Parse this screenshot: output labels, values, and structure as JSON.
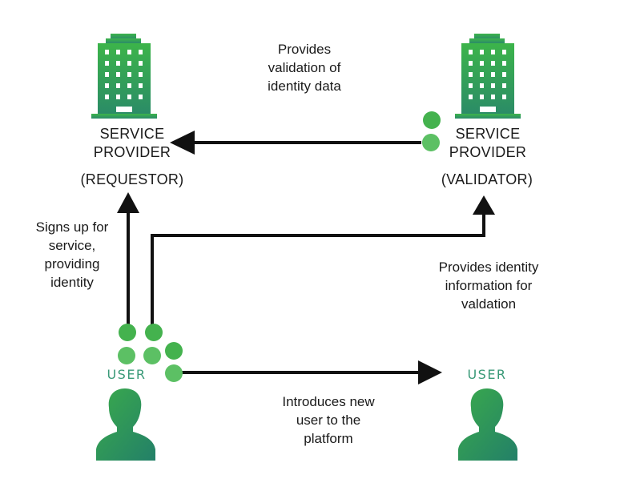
{
  "nodes": {
    "requestor": {
      "line1": "SERVICE",
      "line2": "PROVIDER",
      "role": "(REQUESTOR)",
      "icon": "building-icon"
    },
    "validator": {
      "line1": "SERVICE",
      "line2": "PROVIDER",
      "role": "(VALIDATOR)",
      "icon": "building-icon"
    },
    "user_left": {
      "label": "USER",
      "icon": "person-icon"
    },
    "user_right": {
      "label": "USER",
      "icon": "person-icon"
    }
  },
  "edges": {
    "validation": {
      "label_lines": [
        "Provides",
        "validation of",
        "identity data"
      ]
    },
    "signup": {
      "label_lines": [
        "Signs up for",
        "service,",
        "providing",
        "identity"
      ]
    },
    "identity_info": {
      "label_lines": [
        "Provides identity",
        "information for",
        "valdation"
      ]
    },
    "introduce": {
      "label_lines": [
        "Introduces new",
        "user to the",
        "platform"
      ]
    }
  },
  "colors": {
    "green_dark": "#2a8a68",
    "green_light": "#3cb44a",
    "dot": "#44b24e",
    "dot_light": "#5cc064",
    "arrow": "#111111",
    "user_label": "#3a9a78"
  }
}
